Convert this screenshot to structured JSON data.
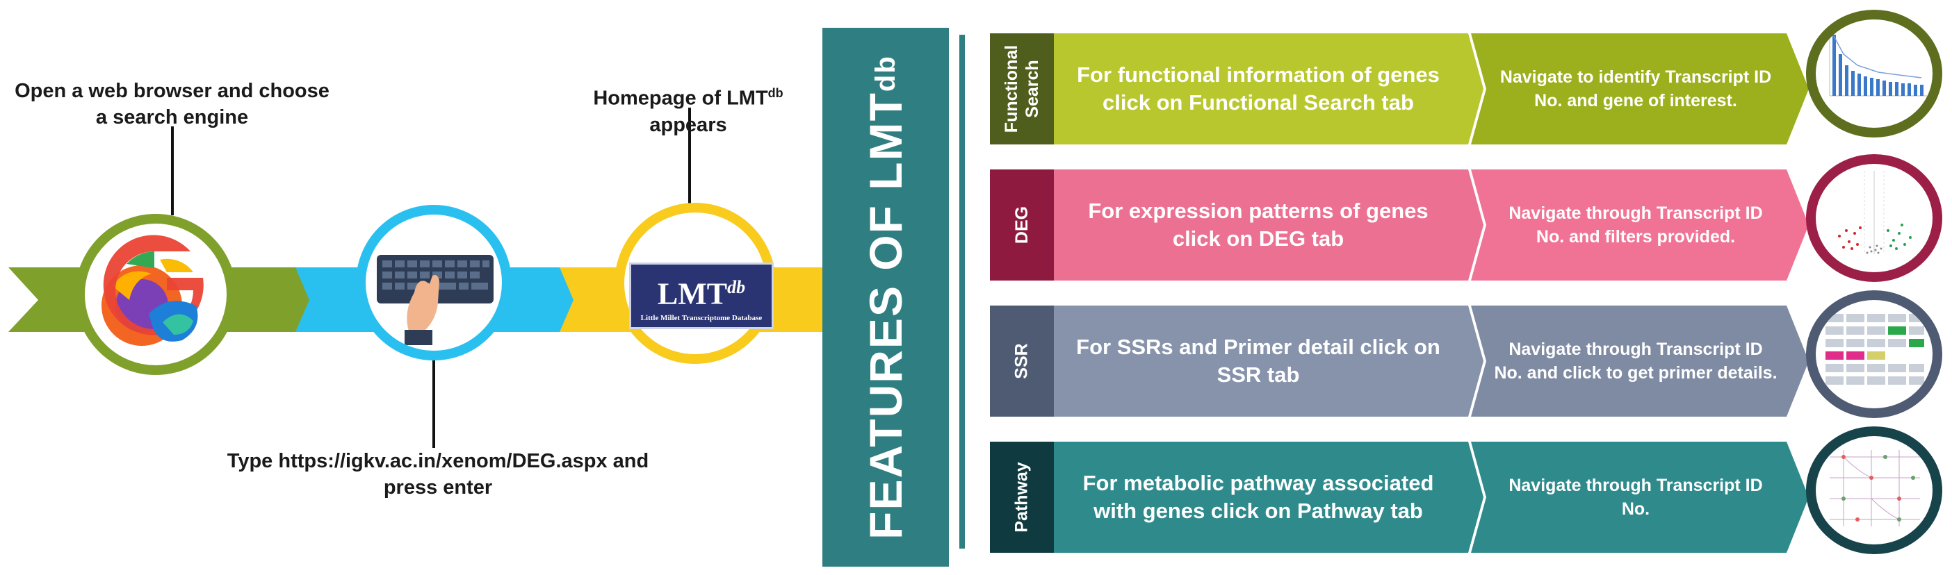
{
  "steps": {
    "browser_caption": "Open a web browser and choose a search engine",
    "type_caption": "Type https://igkv.ac.in/xenom/DEG.aspx and press enter",
    "homepage_caption_prefix": "Homepage of LMT",
    "homepage_caption_sup": "db",
    "homepage_caption_suffix": " appears"
  },
  "logo": {
    "text": "LMT",
    "sup": "db",
    "subtitle": "Little Millet Transcriptome Database"
  },
  "banner": {
    "text": "FEATURES OF LMT",
    "sup": "db"
  },
  "features": [
    {
      "tab": "Functional\nSearch",
      "label": "For functional information of genes click on Functional Search tab",
      "nav": "Navigate to identify Transcript ID No. and gene of interest.",
      "colors": {
        "tab": "#4f5e1c",
        "main": "#b9c72e",
        "ring": "#5d6e1e"
      }
    },
    {
      "tab": "DEG",
      "label": "For expression patterns of genes click on DEG tab",
      "nav": "Navigate through Transcript ID No. and filters provided.",
      "colors": {
        "tab": "#8e1a40",
        "main": "#ec7092",
        "ring": "#9c1f47"
      }
    },
    {
      "tab": "SSR",
      "label": "For SSRs and Primer detail click on SSR tab",
      "nav": "Navigate through Transcript ID No. and click to get primer details.",
      "colors": {
        "tab": "#4e5b73",
        "main": "#8793aa",
        "ring": "#4e5b73"
      }
    },
    {
      "tab": "Pathway",
      "label": "For metabolic pathway associated with genes click on Pathway tab",
      "nav": "Navigate through Transcript ID No.",
      "colors": {
        "tab": "#0e3a40",
        "main": "#2f8a8c",
        "ring": "#17434b"
      }
    }
  ]
}
